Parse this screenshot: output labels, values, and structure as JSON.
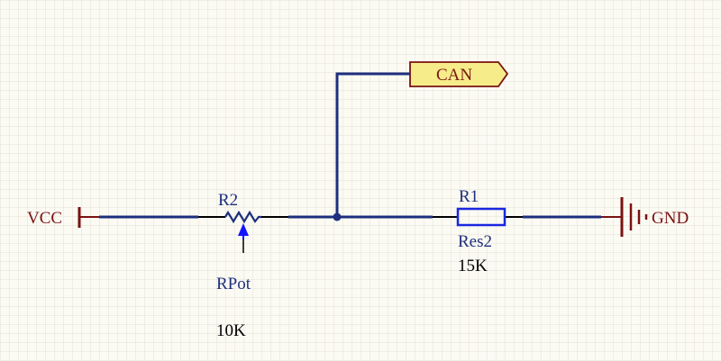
{
  "schematic": {
    "colors": {
      "wire": "#1d2f7e",
      "pin": "#000000",
      "power": "#7a1212",
      "port_fill": "#f7ec8a",
      "grid": "#e6e3d6",
      "background": "#fbfaf3"
    },
    "vcc": {
      "label": "VCC"
    },
    "gnd": {
      "label": "GND"
    },
    "net_port": {
      "label": "CAN"
    },
    "potentiometer": {
      "designator": "R2",
      "comment": "RPot",
      "value": "10K"
    },
    "resistor": {
      "designator": "R1",
      "comment": "Res2",
      "value": "15K"
    }
  }
}
